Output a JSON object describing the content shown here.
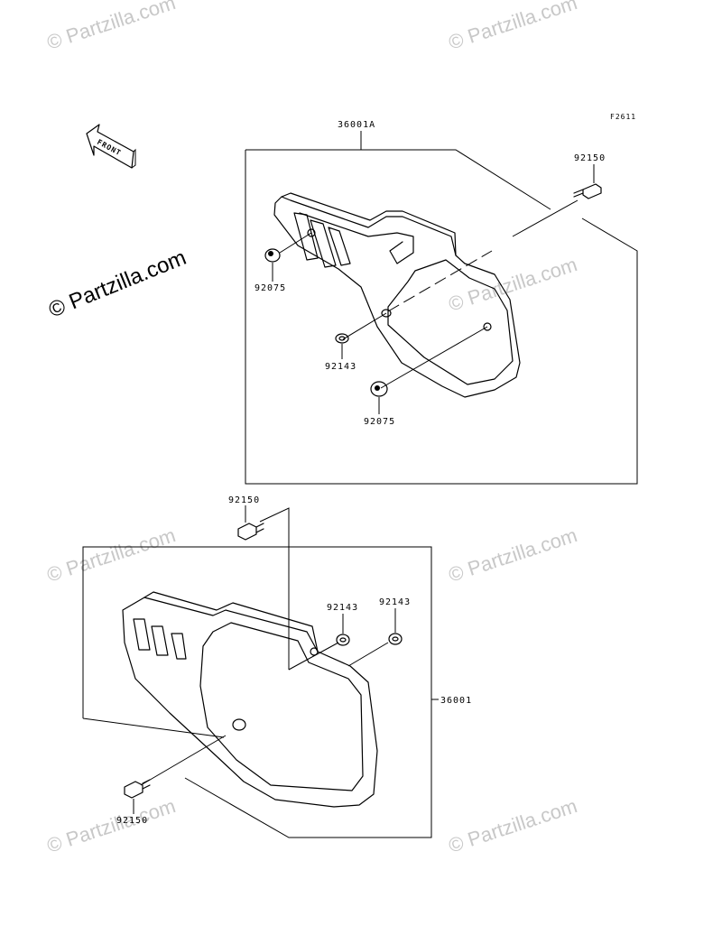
{
  "diagram_code": "F2611",
  "watermark": "© Partzilla.com",
  "front_arrow": {
    "label": "FRONT",
    "icon": "front-direction-arrow-icon"
  },
  "assemblies": [
    {
      "part_number": "36001A",
      "parts": [
        {
          "part_number": "92150"
        },
        {
          "part_number": "92075"
        },
        {
          "part_number": "92143"
        },
        {
          "part_number": "92075"
        }
      ]
    },
    {
      "part_number": "36001",
      "parts": [
        {
          "part_number": "92150"
        },
        {
          "part_number": "92143"
        },
        {
          "part_number": "92143"
        },
        {
          "part_number": "92150"
        }
      ]
    }
  ]
}
